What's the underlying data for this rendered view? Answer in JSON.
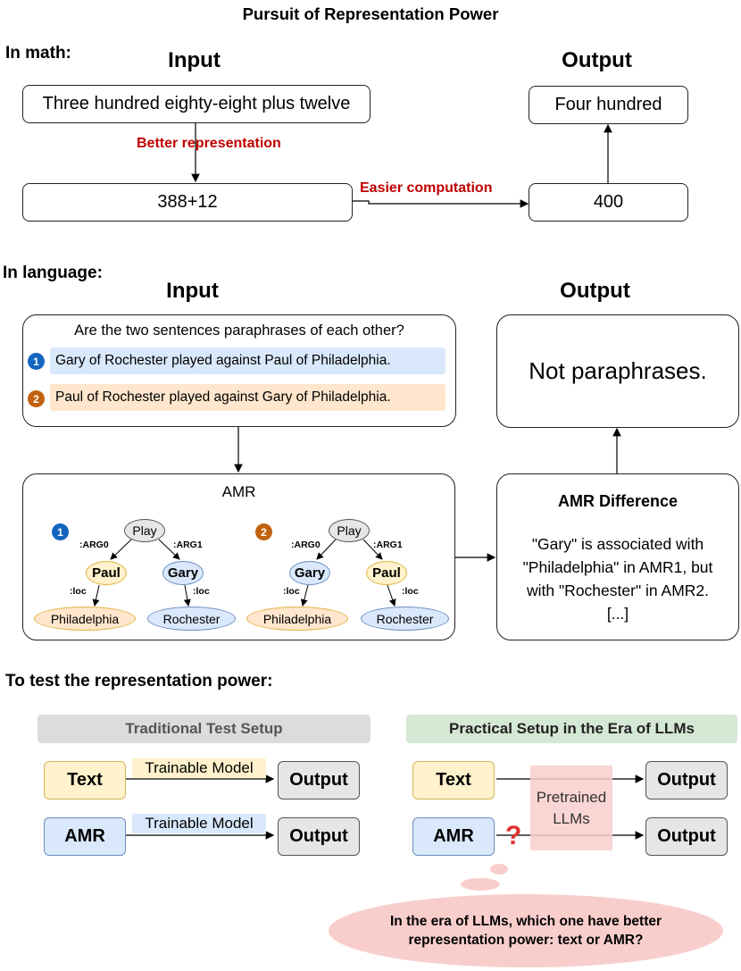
{
  "title": "Pursuit of Representation Power",
  "math": {
    "section_label": "In math:",
    "input_heading": "Input",
    "output_heading": "Output",
    "input_text": "Three hundred eighty-eight plus twelve",
    "better_repr": "Better representation",
    "repr_text": "388+12",
    "easier_comp": "Easier computation",
    "result": "400",
    "output_text": "Four hundred"
  },
  "language": {
    "section_label": "In language:",
    "input_heading": "Input",
    "output_heading": "Output",
    "question": "Are the two sentences paraphrases of each other?",
    "s1_num": "1",
    "s1": "Gary of Rochester played against Paul of Philadelphia.",
    "s2_num": "2",
    "s2": "Paul of Rochester played against Gary of Philadelphia.",
    "output_text": "Not paraphrases.",
    "amr_title": "AMR",
    "amr1": {
      "num": "1",
      "root": "Play",
      "arg0_label": ":ARG0",
      "arg1_label": ":ARG1",
      "arg0": "Paul",
      "arg1": "Gary",
      "loc_label": ":loc",
      "arg0_loc": "Philadelphia",
      "arg1_loc": "Rochester"
    },
    "amr2": {
      "num": "2",
      "root": "Play",
      "arg0_label": ":ARG0",
      "arg1_label": ":ARG1",
      "arg0": "Gary",
      "arg1": "Paul",
      "loc_label": ":loc",
      "arg0_loc": "Philadelphia",
      "arg1_loc": "Rochester"
    },
    "diff_title": "AMR Difference",
    "diff_lines": [
      "\"Gary\" is associated with",
      "\"Philadelphia\" in AMR1, but",
      "with \"Rochester\" in AMR2.",
      "[...]"
    ]
  },
  "test": {
    "section_label": "To test the representation power:",
    "traditional_title": "Traditional Test Setup",
    "practical_title": "Practical Setup in the Era of LLMs",
    "text_label": "Text",
    "amr_label": "AMR",
    "trainable_model": "Trainable Model",
    "output_label": "Output",
    "pretrained": "Pretrained",
    "llms": "LLMs",
    "question_mark": "?",
    "thought_line1": "In the era of LLMs, which one have better",
    "thought_line2": "representation power: text or AMR?"
  },
  "colors": {
    "red_label": "#c00000",
    "blue_num": "#1565c0",
    "orange_num": "#c0620f",
    "blue_fill": "#dae8fc",
    "blue_border": "#6c8ebf",
    "orange_fill": "#ffe6cc",
    "orange_border": "#e3b341",
    "gray_node": "#e6e6e6",
    "text_fill": "#fff2cc",
    "green_header": "#d5e8d4",
    "gray_header": "#dcdcdc",
    "pink": "#f8cecc"
  }
}
